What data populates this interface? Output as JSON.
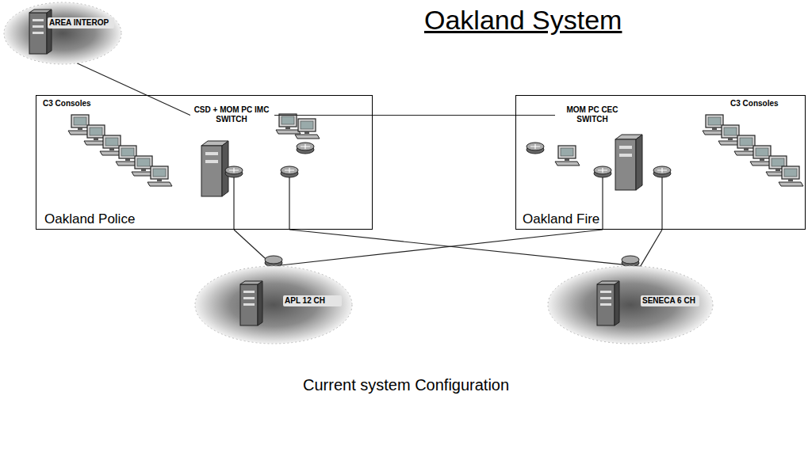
{
  "diagram": {
    "title": "Oakland System",
    "caption": "Current system Configuration",
    "nodes": [
      {
        "text": [
          "AREA INTEROP"
        ]
      },
      {
        "text": [
          "Oakland Police"
        ]
      },
      {
        "text": [
          "CSD + MOM PC IMC SWITCH"
        ],
        "in": 1
      },
      {
        "text": [
          "Oakland Fire"
        ]
      },
      {
        "text": [
          "MOM PC CEC SWITCH"
        ],
        "in": 3
      },
      {
        "text": [
          "APL 12 CH"
        ]
      },
      {
        "text": [
          "SENECA 6 CH"
        ]
      }
    ],
    "edges": [
      {
        "from": 0,
        "to": 2,
        "arrow": "none"
      },
      {
        "from": 2,
        "to": 4,
        "arrow": "none"
      },
      {
        "from": 1,
        "to": 5,
        "arrow": "none"
      },
      {
        "from": 1,
        "to": 6,
        "arrow": "none"
      },
      {
        "from": 3,
        "to": 5,
        "arrow": "none"
      },
      {
        "from": 3,
        "to": 6,
        "arrow": "none"
      }
    ],
    "labels": [
      "C3 Consoles",
      "C3 Consoles"
    ]
  }
}
